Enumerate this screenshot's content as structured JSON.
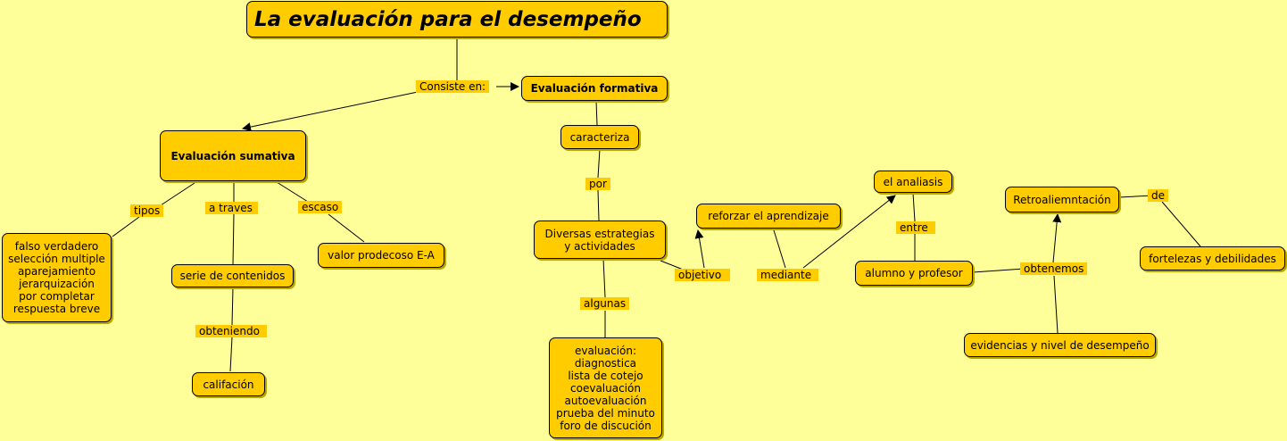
{
  "title": "La evaluación para el desempeño",
  "nodes": {
    "formativa": "Evaluación  formativa",
    "sumativa": "Evaluación  sumativa",
    "caracteriza": "caracteriza",
    "diversas": "Diversas  estrategias\ny actividades",
    "reforzar": "reforzar el aprendizaje",
    "analisis": "el analiasis",
    "alumno": "alumno y profesor",
    "retro": "Retroaliemntación",
    "fortalezas": "fortelezas y debilidades",
    "evidencias": "evidencias y nivel de desempeño",
    "evaluacion_list": "evaluación:\ndiagnostica\nlista de cotejo\ncoevaluación\nautoevaluación\nprueba del minuto\nforo de discución",
    "tipos_list": "falso verdadero\nselección multiple\naparejamiento\njerarquización\npor completar\nrespuesta breve",
    "serie": "serie de contenidos",
    "calificacion": "califación",
    "valor": "valor  prodecoso E-A"
  },
  "links": {
    "consiste": "Consiste en:",
    "por": "por",
    "algunas": "algunas",
    "objetivo": "objetivo",
    "mediante": "mediante",
    "entre": "entre",
    "obtenemos": "obtenemos",
    "de": "de",
    "tipos": "tipos",
    "a_traves": "a traves",
    "escaso": "escaso",
    "obteniendo": "obteniendo"
  }
}
